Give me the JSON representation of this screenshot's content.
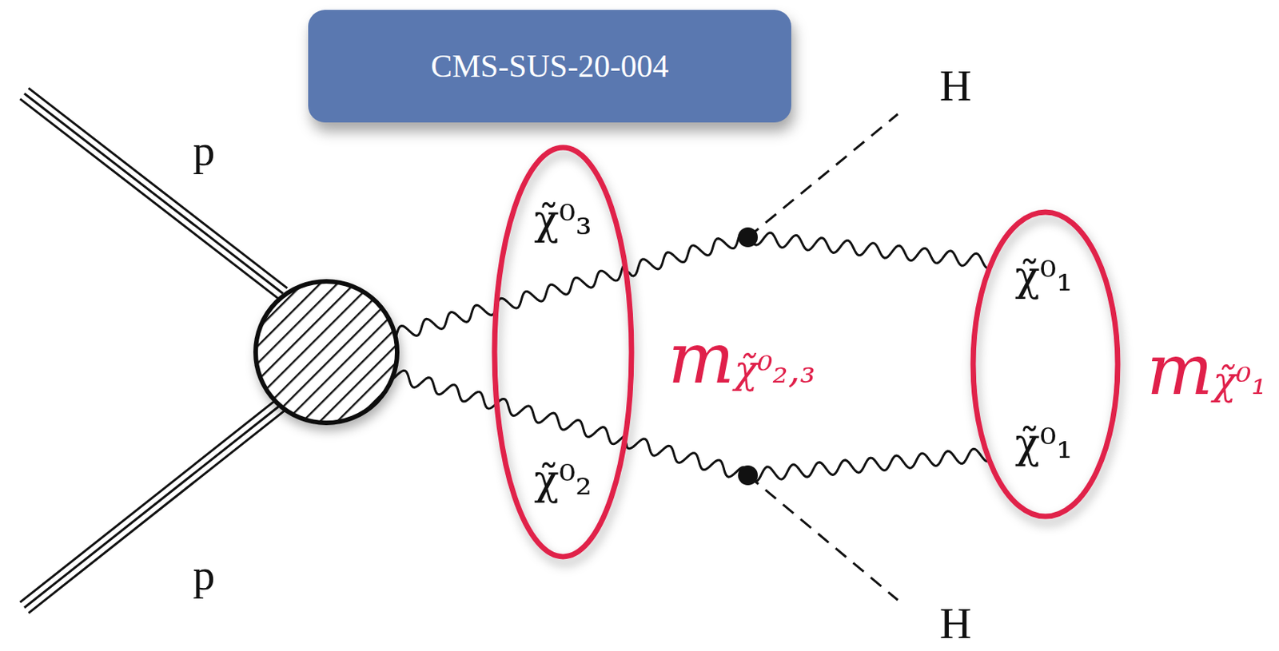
{
  "diagram": {
    "nodes": [
      {
        "text": [
          "CMS-SUS-20-004"
        ]
      },
      {
        "text": [
          "χ̃⁰₃",
          "χ̃⁰₂",
          "mχ̃⁰₂,₃"
        ]
      },
      {
        "text": [
          "χ̃⁰₁",
          "χ̃⁰₁",
          "mχ̃⁰₁"
        ]
      }
    ],
    "edges": [
      {
        "from": 1,
        "to": 2,
        "arrow": "none"
      },
      {
        "from": 1,
        "to": 2,
        "arrow": "none"
      }
    ],
    "labels": [
      "p",
      "p",
      "H",
      "H"
    ]
  }
}
